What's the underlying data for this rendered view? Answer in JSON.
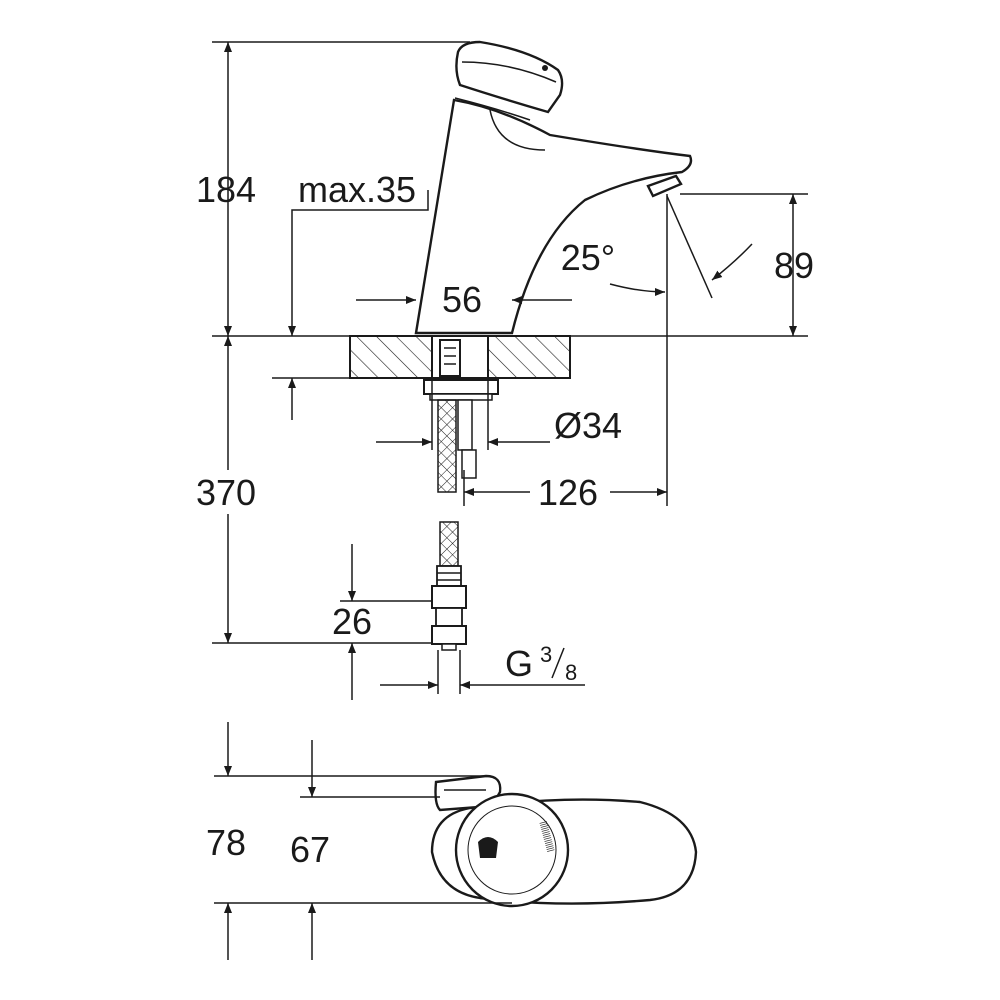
{
  "dimensions": {
    "height_total": "184",
    "max_thickness": "max.35",
    "base_width": "56",
    "spout_angle": "25°",
    "spout_height": "89",
    "hole_diameter": "Ø34",
    "projection": "126",
    "hose_length": "370",
    "connector_length": "26",
    "thread_prefix": "G",
    "thread_num": "3",
    "thread_den": "8",
    "top_depth_a": "78",
    "top_depth_b": "67"
  },
  "colors": {
    "line": "#1a1a1a",
    "background": "#ffffff"
  }
}
